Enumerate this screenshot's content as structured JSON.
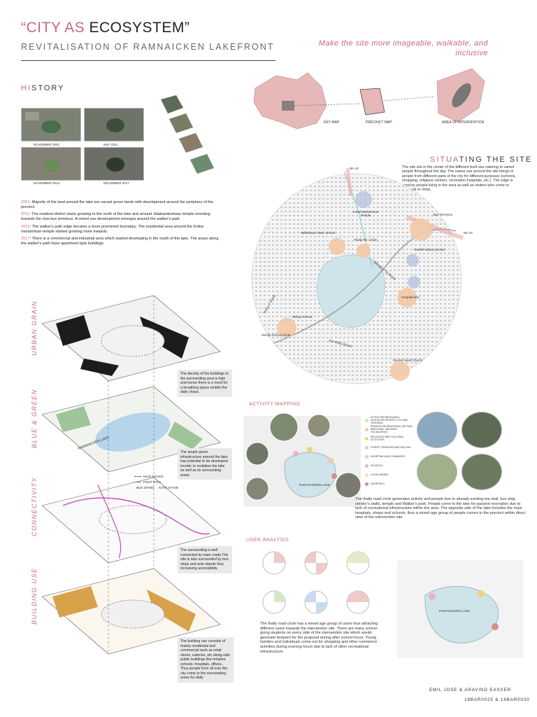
{
  "header": {
    "title_pre": "“CITY AS ",
    "title_post": "ECOSYSTEM”",
    "subtitle": "REVITALISATION OF RAMNAICKEN LAKEFRONT",
    "tagline": "Make the site more imageable, walkable, and inclusive"
  },
  "history": {
    "heading_hl": "HI",
    "heading_rest": "STORY",
    "photo_labels": [
      "NOVEMBER 2001",
      "MAY 2011",
      "NOVEMBER 2013",
      "DECEMBER 2017"
    ],
    "entries": [
      {
        "year": "2001",
        "text": ": Majority of the land around the lake are vacant green lands with development around the periphery of the precinct"
      },
      {
        "year": "2011",
        "text": ": The resident district starts growing to the north of the lake and  around Jalakandeshwar temple orienting towards the new bus terminus. A mixed use development emerges around the walker's park"
      },
      {
        "year": "2013",
        "text": ": The walker's path edge became a more prominent boundary. The residential area around the Kottai mariamman temple started growing more inwards."
      },
      {
        "year": "2017",
        "text": ": There is a commercial and industrial area which started developing in the south of the lake. The areas along the walker's path have apartment type buildings"
      }
    ]
  },
  "maps": {
    "key_map": "KEY MAP",
    "precinct_map": "PRECINCT MAP",
    "area_of_intervention": "AREA OF INTERVENTION"
  },
  "situating": {
    "heading_hl": "SITUA",
    "heading_rest": "TING THE SITE",
    "text": "The site sits in the center of the different built use catering to varied people throughout the day. The varies use around the site brings in people from different parts of the city for different purposes (schools, shopping, religious centres, recreation,hospitals, etc.). The edge is used by people living in the area as well as visitors who come to work,eat or shop.",
    "labels": [
      "NH 44",
      "Kottai Mariamman Temple",
      "Bus Terminus",
      "NH 44",
      "Vallankanni Matt. School",
      "Thally Rd. Circle",
      "Gandhi statue junction",
      "Hospital lane",
      "Sishya School",
      "Sishya School Circle",
      "Sacred Heart Church",
      "THALLY ROAD",
      "RAYAKOTTA ROAD",
      "ESI RING ROAD"
    ]
  },
  "layers": {
    "labels": [
      "URBAN GRAIN",
      "BLUE & GREEN",
      "CONNECTIVITY",
      "BUILDING USE"
    ],
    "notes": [
      "The density of the buildings in the surrounding area is high and hence there is a need for a breathing space amidst the daily chaos.",
      "The ample green infrastructure around the lake has potential to be developed inorder to revitalise the lake as well as its surrounding areas",
      "The surrounding is well connected by main roads.The site is also surrounded by bus stops and auto stands thus increasing accessibility.",
      "The building use consists of mainly residential and commercial such as retail stores, eateries, etc along-side public buildings like temples, schools, hospitals, offices.. Thus people from all over the city come to the surrounding areas for daily"
    ],
    "lake_label": "RAMNAICKEN LAKE",
    "connectivity_legend": [
      "MAIN ROADS",
      "FOOT PATH",
      "BUS STAND",
      "AUTO STAND"
    ]
  },
  "activity": {
    "heading": "ACTIVITY MAPPING",
    "lake_label": "RAM NAICKEN LAKE",
    "legend": [
      {
        "label": "ACTIVE RECREATIONAL (OUTDOOR SPORTS, CYCLING, JOGGING)",
        "color": "#cfe6b8"
      },
      {
        "label": "PASSIVE RECREATIONAL (SITTING, WATCHING, WALKING, SOCIALIZING)",
        "color": "#f4c8a0"
      },
      {
        "label": "RELIGIOUS AND CULTURAL ACTIVITIES",
        "color": "#f2d27a"
      },
      {
        "label": "STREET VENDORS AND SELLING",
        "color": "#d8c4e6"
      },
      {
        "label": "SHOPPING AND COMMERCE",
        "color": "#b9d9e8"
      },
      {
        "label": "SCHOOLS",
        "color": "#e9b3c7"
      },
      {
        "label": "LOCAL DINING",
        "color": "#f7e2a8"
      },
      {
        "label": "HOSPITALS",
        "color": "#d98c8c"
      }
    ],
    "text": "The thally road circle generates activity and people due to already existing tea stall, bus stop, vendor's stalls, temple and Walker's park. People come to the lake for passive recreation due to lack of recreational infrastructure within the area. The opposite side of the lake includes the main hospitals, shops and schools, thus a mixed age group of people comes to the precinct within direct view of the intervention site."
  },
  "user_analysis": {
    "heading": "USER ANALYSIS",
    "text": "The thally road circle has a mixed age group of users thus attracting different users towards the intervention site. There are many school-going students on every side of the intervention site which would generate footprint for the proposal during after school hours. Young families and individuals come out for shopping and other commerce activities during evening hours due to lack of other recreational infrastructure.",
    "lake_label": "RAM NAICKEN LAKE"
  },
  "footer": {
    "names": "EMIL JOSE & ARAVIND EASVER",
    "ids": "18BAR0025 & 18BAR0030"
  },
  "colors": {
    "accent": "#c9687f",
    "map_pink": "#e8bcbc",
    "lake_blue": "#cfe3ea",
    "hotspot": "#f3c9a6"
  }
}
